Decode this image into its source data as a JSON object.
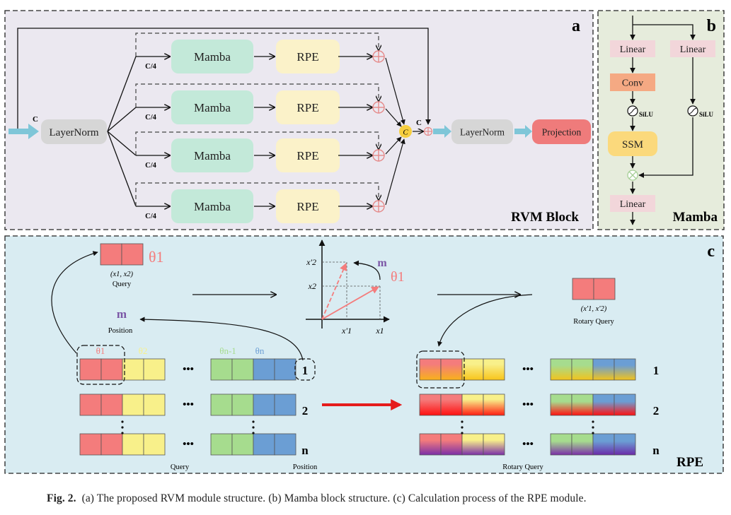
{
  "panel_a": {
    "letter": "a",
    "title": "RVM Block",
    "input_channel_label": "C",
    "layernorm_in": "LayerNorm",
    "branch_label": "C/4",
    "mamba_label": "Mamba",
    "rpe_label": "RPE",
    "concat_symbol": "C",
    "concat_out_label": "C",
    "layernorm_out": "LayerNorm",
    "projection": "Projection",
    "branches": 4
  },
  "panel_b": {
    "letter": "b",
    "title": "Mamba",
    "linear_left": "Linear",
    "linear_right": "Linear",
    "conv": "Conv",
    "silu_left": "SiLU",
    "silu_right": "SiLU",
    "ssm": "SSM",
    "linear_out": "Linear"
  },
  "panel_c": {
    "letter": "c",
    "title": "RPE",
    "query_pair_theta": "θ1",
    "query_pair_coords": "(x1, x2)",
    "query_pair_label": "Query",
    "position_symbol": "m",
    "position_label": "Position",
    "plot_axis_labels": {
      "x2_prime": "x'2",
      "x2": "x2",
      "x1_prime": "x'1",
      "x1": "x1"
    },
    "plot_m": "m",
    "plot_theta": "θ1",
    "rotary_pair_coords": "(x'1, x'2)",
    "rotary_pair_label": "Rotary Query",
    "theta_headers": [
      "θ1",
      "θ2",
      "θn-1",
      "θn"
    ],
    "row_labels": [
      "1",
      "2",
      "n"
    ],
    "ellipsis": "•••",
    "query_grid_label": "Query",
    "position_column_label": "Position",
    "rotary_grid_label": "Rotary Query"
  },
  "colors": {
    "panel_a_bg": "#ebe8f0",
    "panel_b_bg": "#e6ecdc",
    "panel_c_bg": "#d9ecf2",
    "mamba": "#c3e9d9",
    "rpe": "#fbf2c9",
    "layernorm": "#d6d6d6",
    "projection": "#ef7b7b",
    "concat": "#f7cf3f",
    "arrow_blue": "#7fc6d8",
    "linear": "#f2d6da",
    "conv": "#f5a983",
    "ssm": "#fbd97c",
    "red": "#f47c7c",
    "yellow": "#f8f08a",
    "green": "#a6dc8e",
    "blue": "#6b9ed4",
    "purple_m": "#7b56a6",
    "arrow_red": "#e51c1c"
  },
  "caption": {
    "prefix": "Fig. 2.",
    "text": "(a) The proposed RVM module structure. (b) Mamba block structure. (c) Calculation process of the RPE module."
  }
}
